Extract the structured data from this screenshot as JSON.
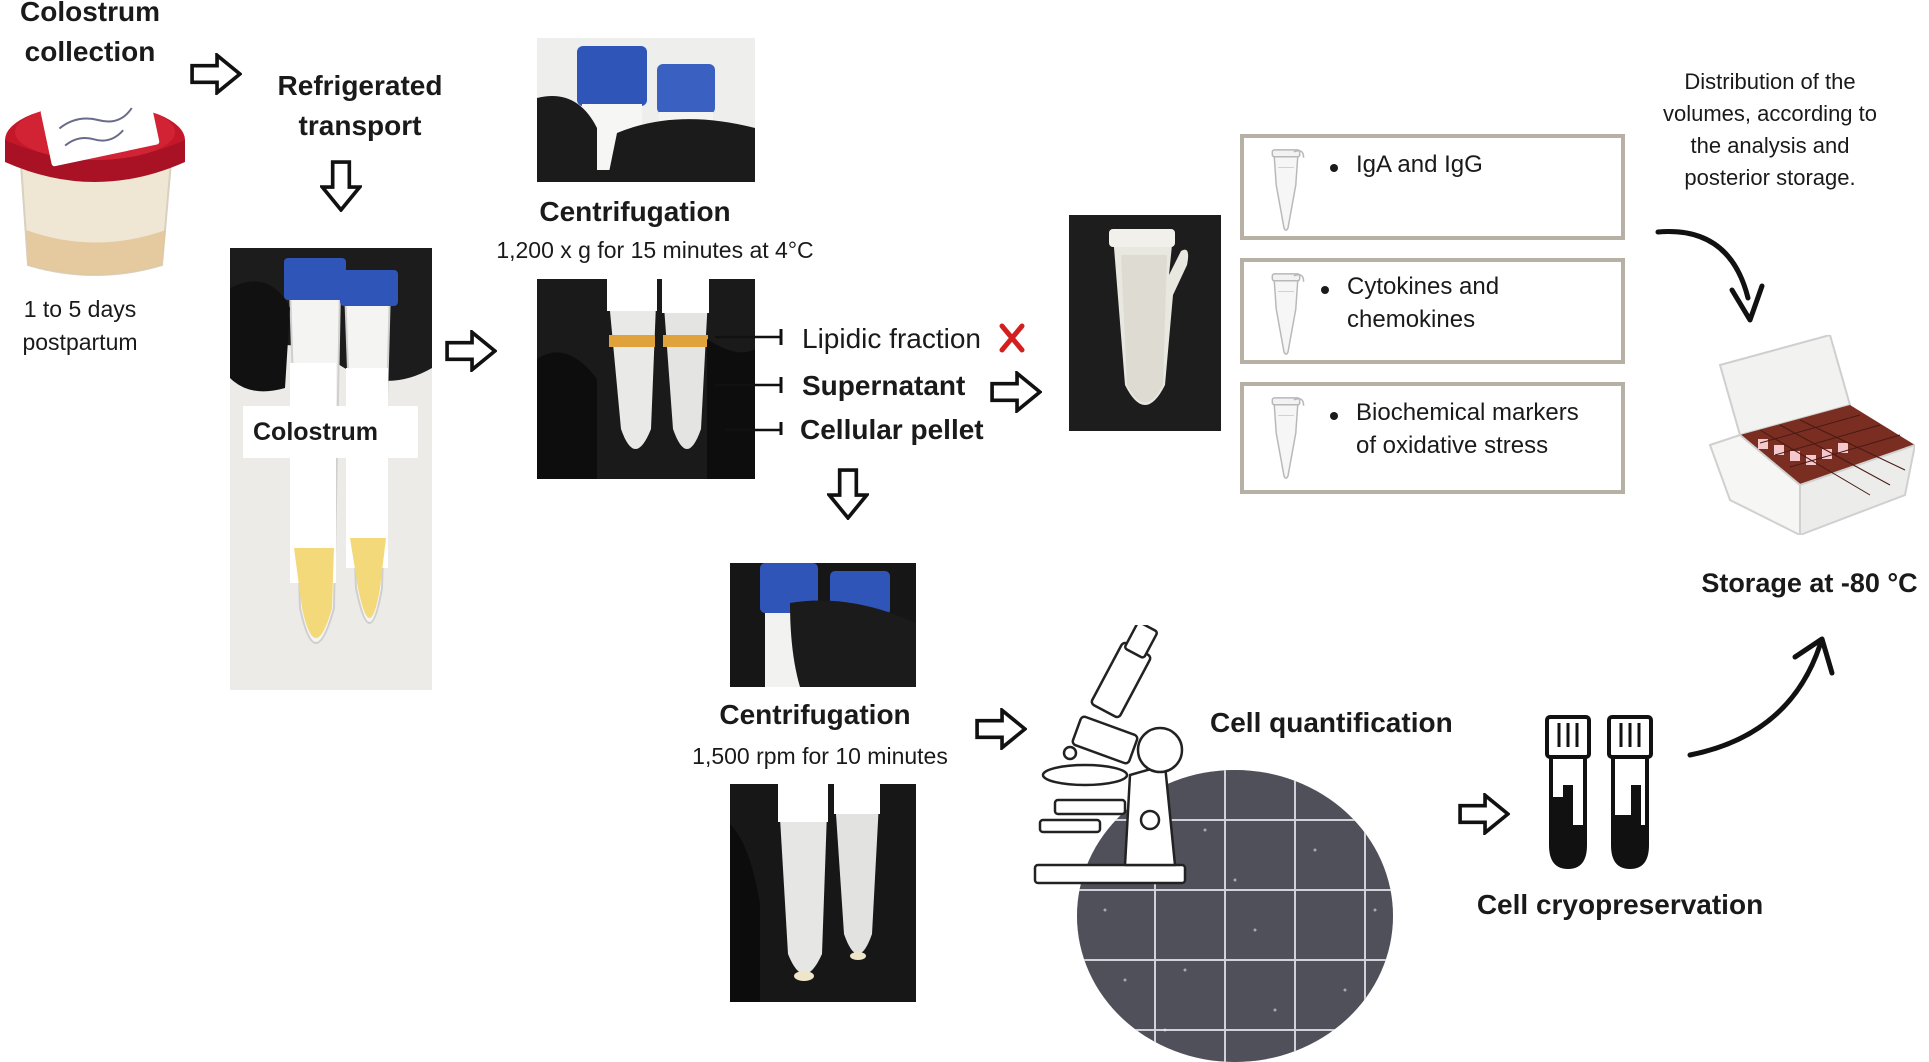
{
  "title": "",
  "steps": {
    "colostrum_collection": "Colostrum collection",
    "postpartum": "1 to 5 days postpartum",
    "refrigerated_transport": "Refrigerated transport",
    "colostrum_label": "Colostrum",
    "centrifugation1_title": "Centrifugation",
    "centrifugation1_detail": "1,200 x g for 15 minutes at 4°C",
    "lipidic_fraction": "Lipidic fraction",
    "supernatant": "Supernatant",
    "cellular_pellet": "Cellular pellet",
    "centrifugation2_title": "Centrifugation",
    "centrifugation2_detail": "1,500 rpm for 10 minutes",
    "cell_quantification": "Cell quantification",
    "cell_cryopreservation": "Cell cryopreservation",
    "distribution_note": "Distribution of the volumes, according to the analysis and posterior storage.",
    "storage": "Storage at -80 °C"
  },
  "analyses": [
    {
      "lines": [
        "IgA and IgG"
      ]
    },
    {
      "lines": [
        "Cytokines and",
        "chemokines"
      ]
    },
    {
      "lines": [
        "Biochemical markers",
        "of oxidative stress"
      ]
    }
  ],
  "icons": {
    "arrow": "hollow-arrow-icon",
    "discard": "red-x-icon",
    "curved_arrow": "curved-arrow-icon"
  },
  "colors": {
    "discard_red": "#d3201f",
    "box_border": "#b7b0a4",
    "tube_cap_blue": "#2f55b8",
    "jar_lid_red": "#c4182a",
    "colostrum_yellow": "#f3d97a"
  }
}
